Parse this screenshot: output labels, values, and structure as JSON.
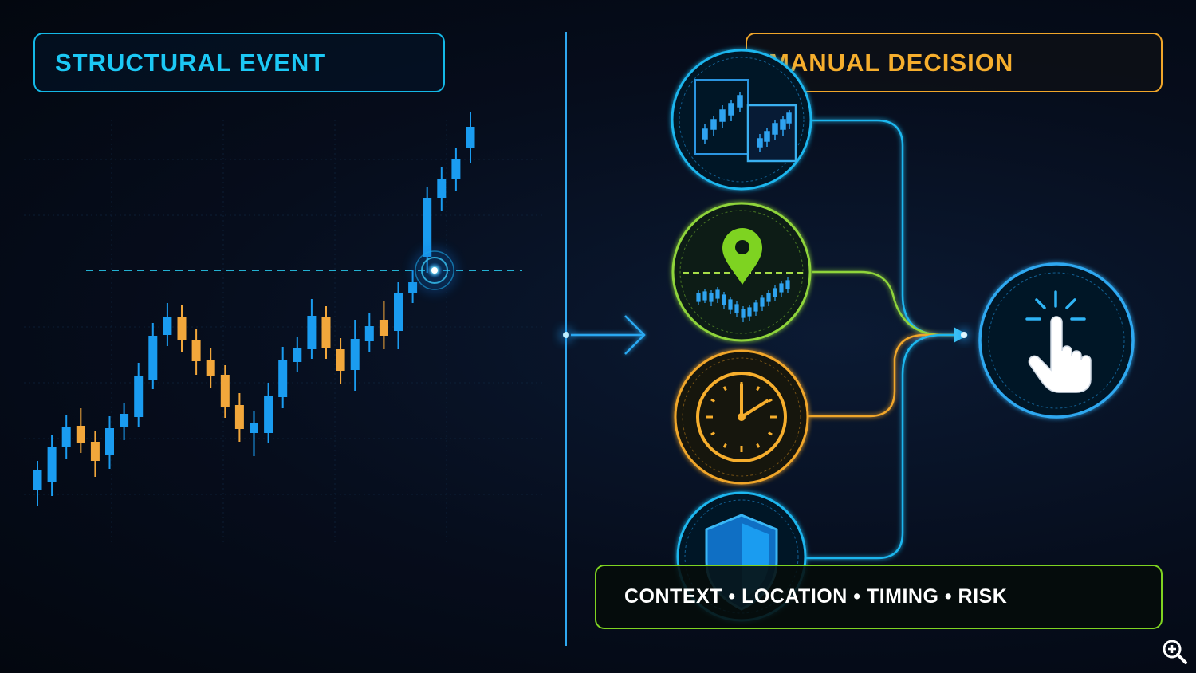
{
  "left_panel": {
    "title": "STRUCTURAL EVENT"
  },
  "right_panel": {
    "title": "MANUAL DECISION"
  },
  "factors": {
    "text": "CONTEXT  •  LOCATION  •  TIMING  •  RISK"
  },
  "colors": {
    "cyan": "#1cc8f5",
    "bull_blue": "#1a9cf0",
    "bear_orange": "#f2a73b",
    "green": "#8fd43a",
    "orange": "#f0a62a",
    "background": "#060d1c"
  },
  "icons": [
    "multi-timeframe-chart-icon",
    "location-pin-icon",
    "clock-icon",
    "shield-icon",
    "tap-hand-icon",
    "zoom-icon"
  ],
  "candles": [
    {
      "o": 614,
      "c": 590,
      "h": 578,
      "l": 634
    },
    {
      "o": 604,
      "c": 560,
      "h": 545,
      "l": 622
    },
    {
      "o": 560,
      "c": 536,
      "h": 520,
      "l": 575
    },
    {
      "o": 534,
      "c": 556,
      "h": 512,
      "l": 568
    },
    {
      "o": 554,
      "c": 578,
      "h": 540,
      "l": 598
    },
    {
      "o": 570,
      "c": 537,
      "h": 522,
      "l": 588
    },
    {
      "o": 536,
      "c": 519,
      "h": 505,
      "l": 552
    },
    {
      "o": 523,
      "c": 472,
      "h": 455,
      "l": 535
    },
    {
      "o": 476,
      "c": 421,
      "h": 405,
      "l": 488
    },
    {
      "o": 420,
      "c": 397,
      "h": 380,
      "l": 434
    },
    {
      "o": 398,
      "c": 427,
      "h": 383,
      "l": 441
    },
    {
      "o": 426,
      "c": 453,
      "h": 412,
      "l": 470
    },
    {
      "o": 452,
      "c": 472,
      "h": 437,
      "l": 487
    },
    {
      "o": 470,
      "c": 510,
      "h": 458,
      "l": 524
    },
    {
      "o": 508,
      "c": 538,
      "h": 493,
      "l": 554
    },
    {
      "o": 543,
      "c": 530,
      "h": 515,
      "l": 572
    },
    {
      "o": 543,
      "c": 496,
      "h": 480,
      "l": 555
    },
    {
      "o": 498,
      "c": 452,
      "h": 435,
      "l": 512
    },
    {
      "o": 454,
      "c": 436,
      "h": 422,
      "l": 466
    },
    {
      "o": 438,
      "c": 396,
      "h": 375,
      "l": 450
    },
    {
      "o": 398,
      "c": 437,
      "h": 384,
      "l": 450
    },
    {
      "o": 438,
      "c": 465,
      "h": 424,
      "l": 482
    },
    {
      "o": 464,
      "c": 425,
      "h": 401,
      "l": 490
    },
    {
      "o": 428,
      "c": 409,
      "h": 393,
      "l": 442
    },
    {
      "o": 401,
      "c": 421,
      "h": 377,
      "l": 438
    },
    {
      "o": 415,
      "c": 367,
      "h": 354,
      "l": 438
    },
    {
      "o": 367,
      "c": 354,
      "h": 338,
      "l": 380
    },
    {
      "o": 322,
      "c": 248,
      "h": 235,
      "l": 342
    },
    {
      "o": 248,
      "c": 224,
      "h": 210,
      "l": 265
    },
    {
      "o": 225,
      "c": 199,
      "h": 185,
      "l": 240
    },
    {
      "o": 185,
      "c": 159,
      "h": 140,
      "l": 205
    }
  ]
}
